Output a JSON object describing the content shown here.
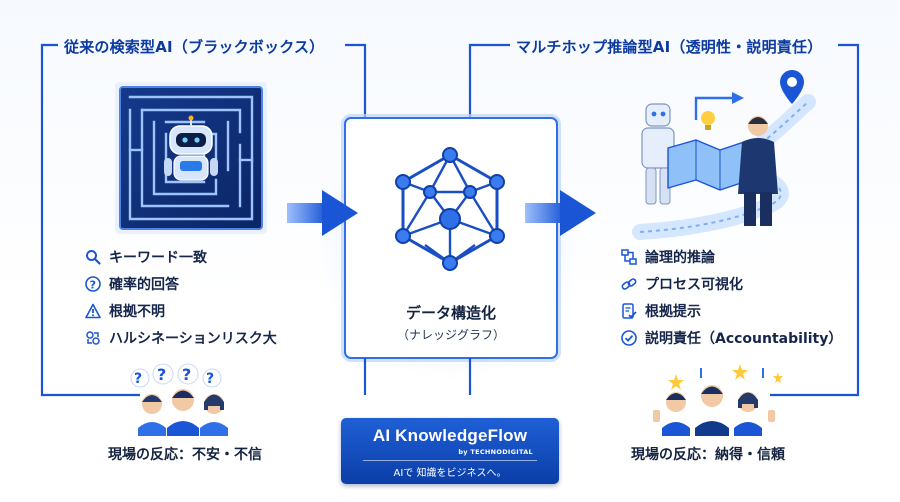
{
  "left": {
    "title": "従来の検索型AI（ブラックボックス）",
    "items": [
      {
        "icon": "search-icon",
        "label": "キーワード一致"
      },
      {
        "icon": "question-icon",
        "label": "確率的回答"
      },
      {
        "icon": "warning-icon",
        "label": "根拠不明"
      },
      {
        "icon": "shuffle-icon",
        "label": "ハルシネーションリスク大"
      }
    ],
    "reaction": "現場の反応：不安・不信",
    "question_marks": "? ? ? ?"
  },
  "center": {
    "title": "データ構造化",
    "subtitle": "（ナレッジグラフ）"
  },
  "right": {
    "title": "マルチホップ推論型AI（透明性・説明責任）",
    "items": [
      {
        "icon": "flowchart-icon",
        "label": "論理的推論"
      },
      {
        "icon": "process-link-icon",
        "label": "プロセス可視化"
      },
      {
        "icon": "document-check-icon",
        "label": "根拠提示"
      },
      {
        "icon": "check-circle-icon",
        "label": "説明責任（Accountability）"
      }
    ],
    "reaction": "現場の反応：納得・信頼"
  },
  "brand": {
    "name": "AI KnowledgeFlow",
    "by": "by TECHNODIGITAL",
    "tagline": "AIで 知識をビジネスへ。"
  },
  "colors": {
    "primary": "#1a5ad6",
    "dark_navy": "#0c3a9e",
    "accent": "#2f6fe8",
    "text": "#14233f"
  }
}
